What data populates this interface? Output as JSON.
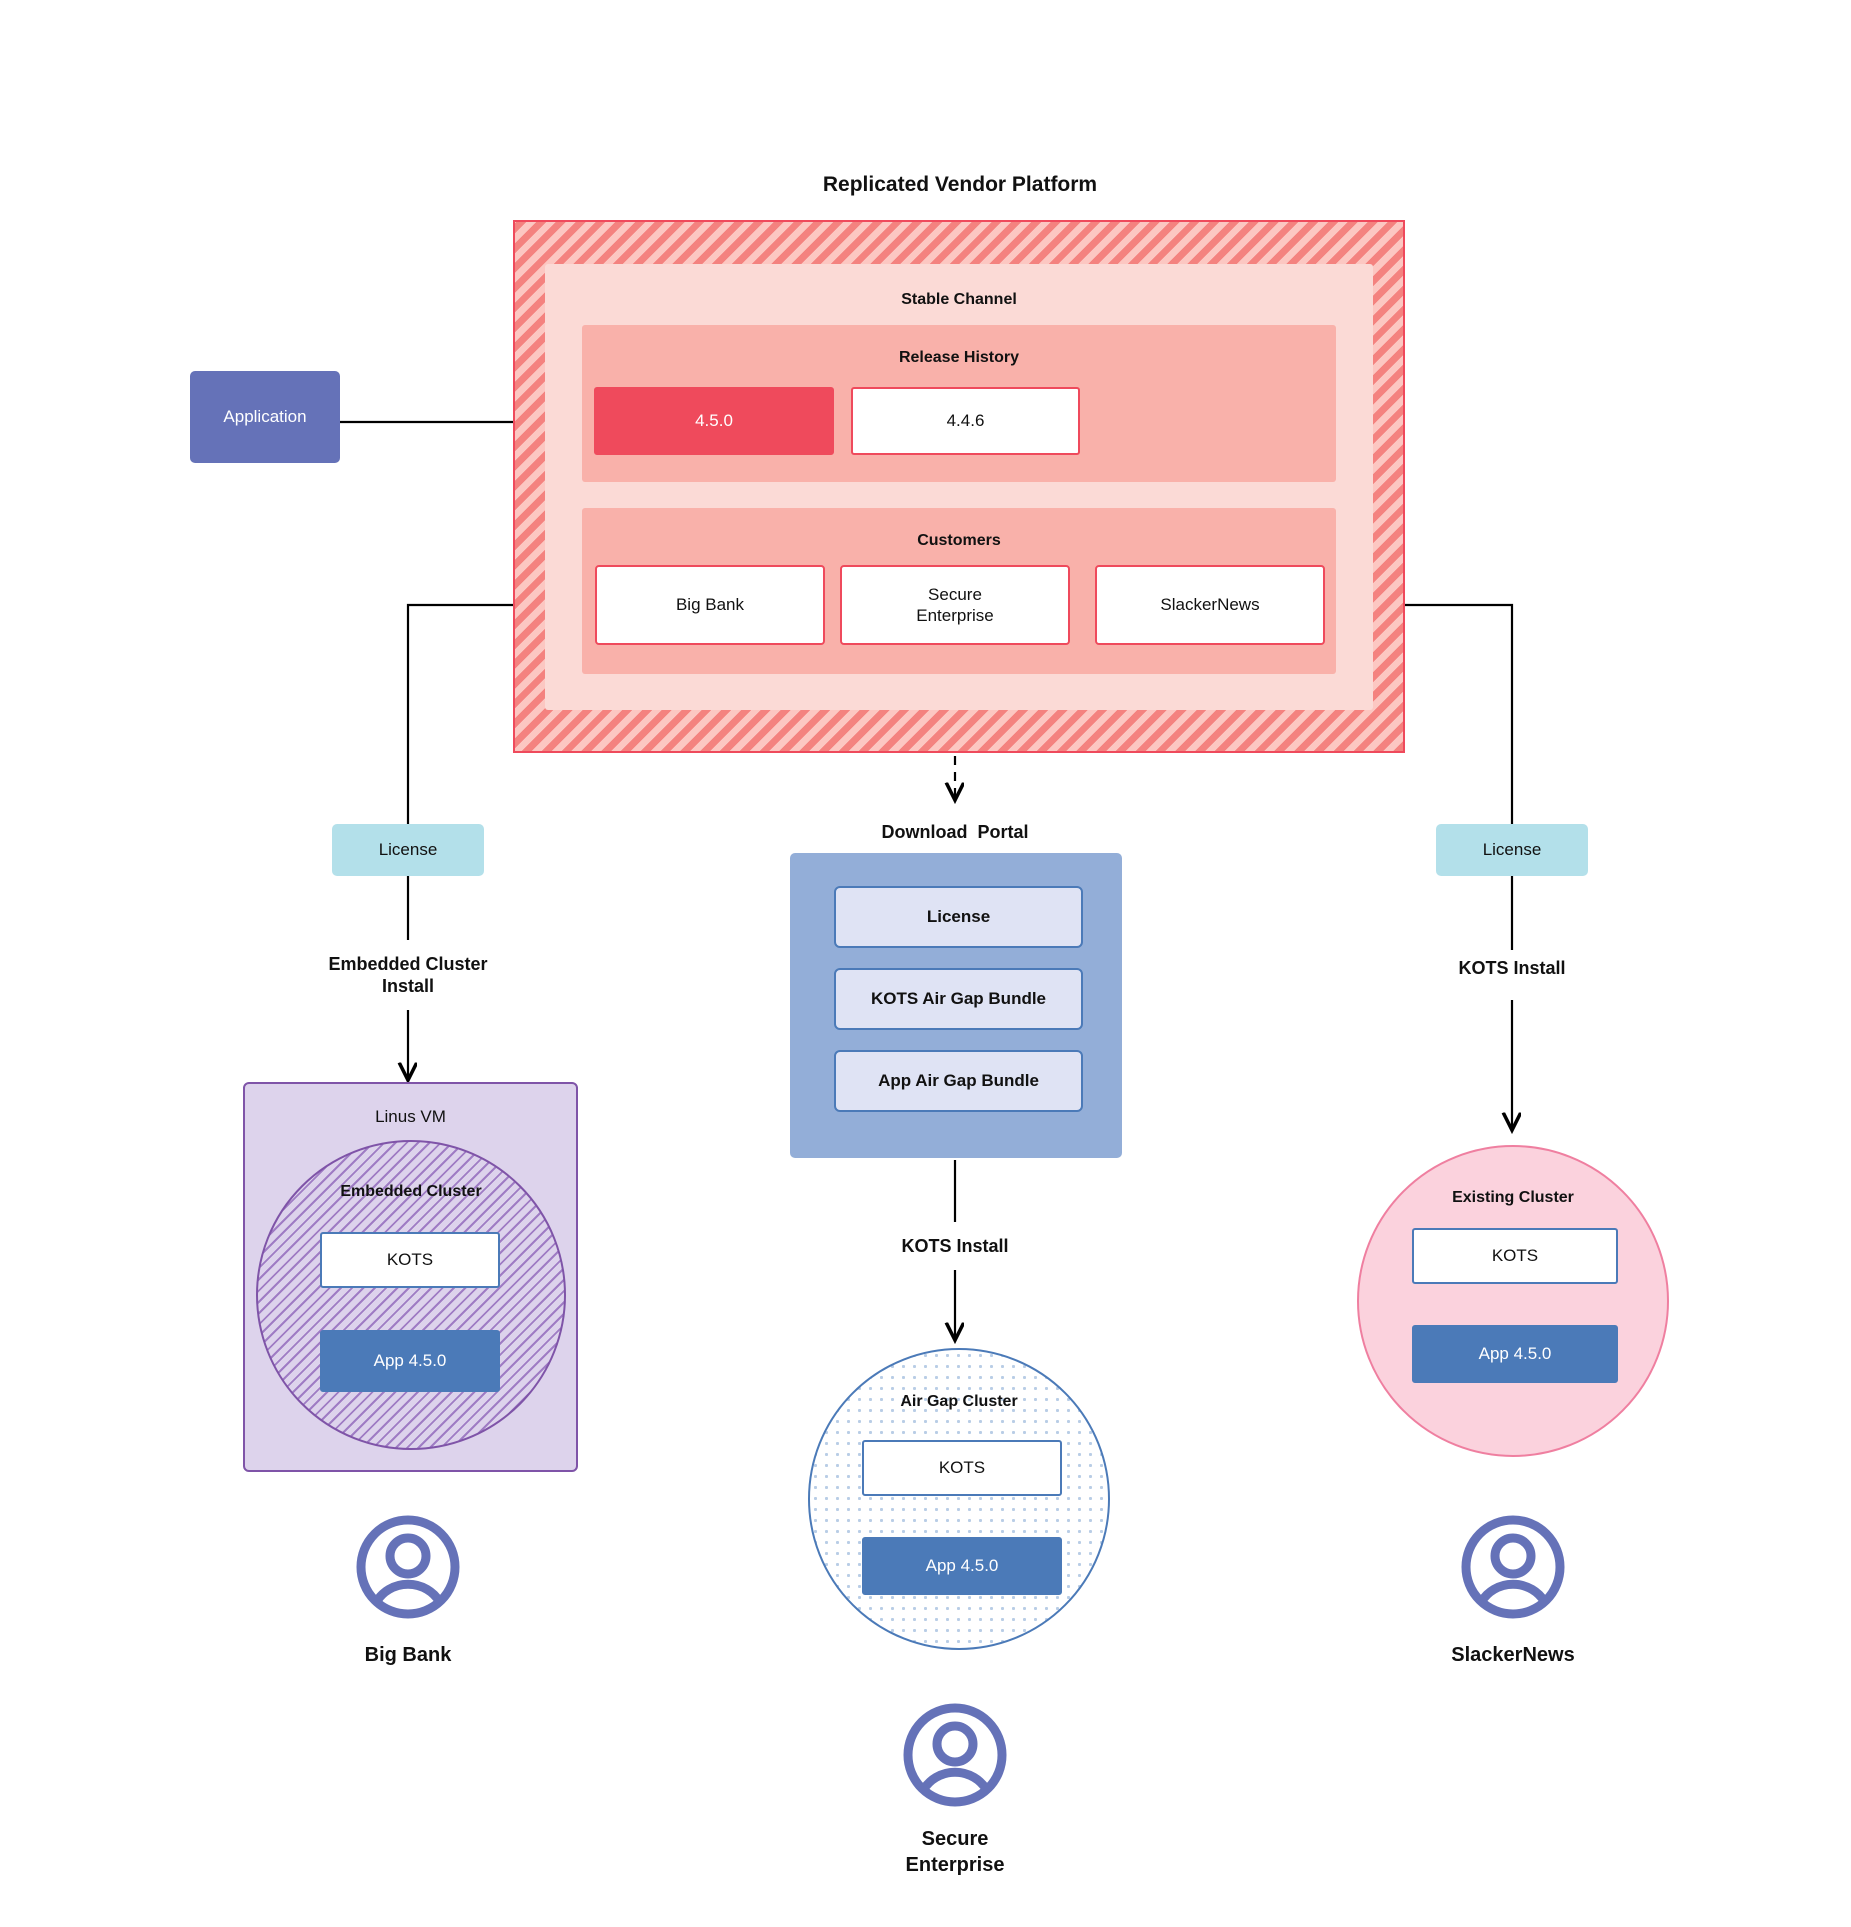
{
  "diagram": {
    "title": "Replicated Vendor Platform"
  },
  "application": {
    "label": "Application"
  },
  "vendor_platform": {
    "title": "Replicated Vendor Platform",
    "channel": {
      "title": "Stable Channel",
      "release_history": {
        "title": "Release History",
        "releases": [
          {
            "version": "4.5.0",
            "state": "current"
          },
          {
            "version": "4.4.6",
            "state": "previous"
          }
        ]
      },
      "customers": {
        "title": "Customers",
        "items": [
          {
            "name": "Big Bank"
          },
          {
            "name": "Secure\nEnterprise"
          },
          {
            "name": "SlackerNews"
          }
        ]
      }
    }
  },
  "left_branch": {
    "license_label": "License",
    "install_label": "Embedded Cluster\nInstall",
    "vm": {
      "title": "Linus VM",
      "cluster_title": "Embedded Cluster",
      "kots_label": "KOTS",
      "app_label": "App 4.5.0"
    },
    "customer_label": "Big Bank",
    "customer_icon": "user-avatar-icon"
  },
  "center_branch": {
    "portal_title": "Download  Portal",
    "portal_items": [
      {
        "label": "License"
      },
      {
        "label": "KOTS Air Gap Bundle"
      },
      {
        "label": "App Air Gap Bundle"
      }
    ],
    "install_label": "KOTS Install",
    "cluster": {
      "title": "Air Gap Cluster",
      "kots_label": "KOTS",
      "app_label": "App 4.5.0"
    },
    "customer_label": "Secure\nEnterprise",
    "customer_icon": "user-avatar-icon"
  },
  "right_branch": {
    "license_label": "License",
    "install_label": "KOTS Install",
    "cluster": {
      "title": "Existing Cluster",
      "kots_label": "KOTS",
      "app_label": "App 4.5.0"
    },
    "customer_label": "SlackerNews",
    "customer_icon": "user-avatar-icon"
  },
  "colors": {
    "platform_hatch_base": "#f4827f",
    "platform_hatch_stripe": "#fcc7c2",
    "platform_border": "#ef4a5c",
    "channel_bg": "#fbdad6",
    "sub_box_bg": "#f9b1aa",
    "release_active": "#ef4a5c",
    "application": "#6572b8",
    "license": "#b3e0ea",
    "vm_bg": "#ddd3ec",
    "vm_border": "#7f54a8",
    "portal_bg": "#93aed8",
    "portal_item_bg": "#dfe3f4",
    "kots_border": "#4b7ab8",
    "app_box": "#4b7ab8",
    "existing_cluster_bg": "#fbd2dd",
    "existing_cluster_border": "#ef7fa0",
    "person_icon": "#6572b8"
  }
}
